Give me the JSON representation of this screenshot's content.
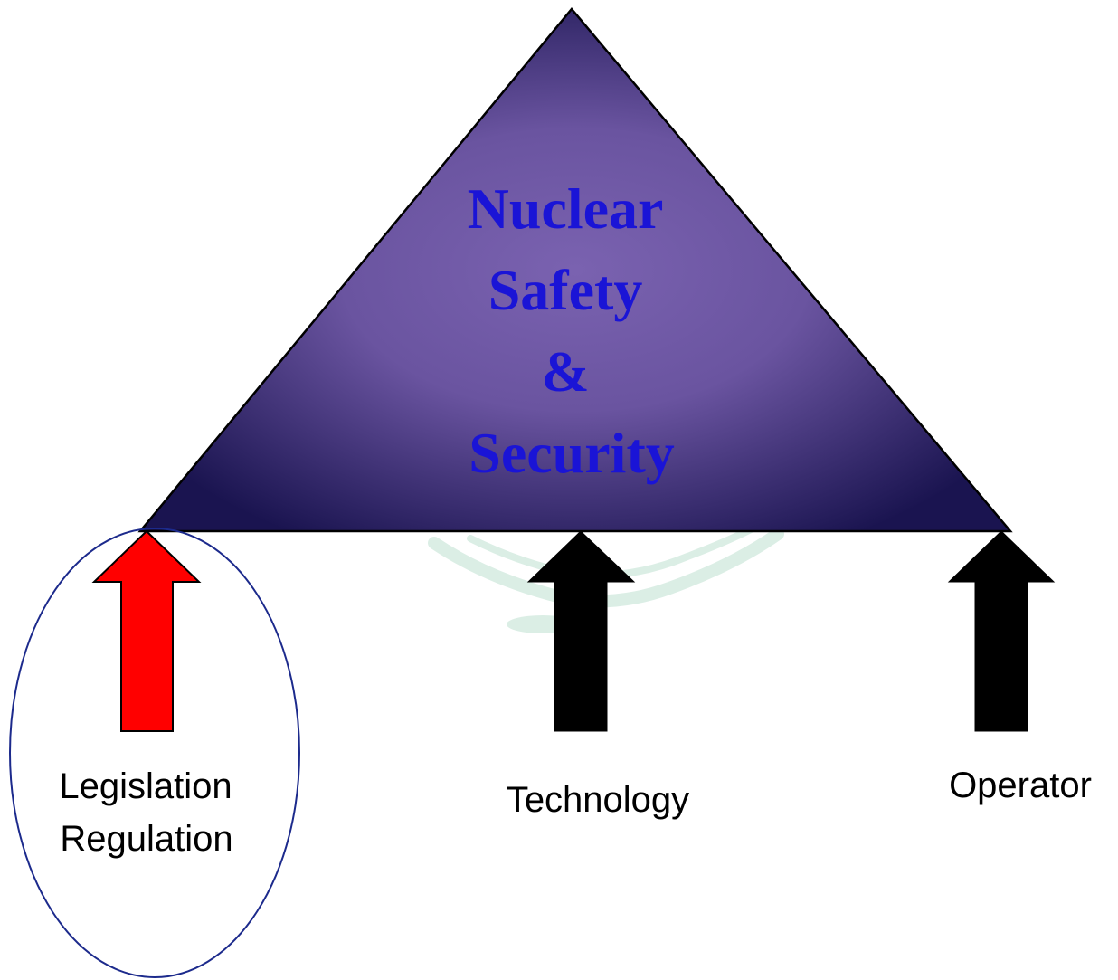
{
  "pyramid": {
    "title_lines": [
      "Nuclear",
      "Safety",
      "&",
      "Security"
    ],
    "title_color": "#1a14d6",
    "fill_center": "#7a62b0",
    "fill_edge": "#1a1450"
  },
  "pillars": [
    {
      "id": "legislation",
      "label_lines": [
        "Legislation",
        "Regulation"
      ],
      "arrow_color": "#ff0000",
      "highlighted": true
    },
    {
      "id": "technology",
      "label_lines": [
        "Technology"
      ],
      "arrow_color": "#000000",
      "highlighted": false
    },
    {
      "id": "operator",
      "label_lines": [
        "Operator"
      ],
      "arrow_color": "#000000",
      "highlighted": false
    }
  ],
  "colors": {
    "highlight_ring": "#1c2a8c",
    "watermark": "#cfe9dd"
  }
}
